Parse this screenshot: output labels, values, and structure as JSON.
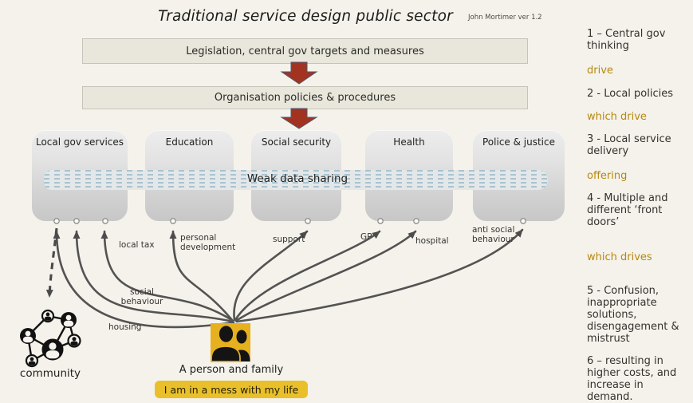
{
  "header": {
    "title": "Traditional service design public sector",
    "credit": "John Mortimer ver 1.2"
  },
  "flow": {
    "legislation": "Legislation, central gov targets and measures",
    "organisation": "Organisation policies & procedures"
  },
  "services": {
    "s1": "Local gov services",
    "s2": "Education",
    "s3": "Social security",
    "s4": "Health",
    "s5": "Police & justice"
  },
  "band": {
    "label": "Weak data sharing"
  },
  "touchpoints": {
    "housing": "housing",
    "social_behaviour": "social behaviour",
    "local_tax": "local tax",
    "personal_development": "personal development",
    "support": "support",
    "gp": "GP",
    "hospital": "hospital",
    "anti_social": "anti social behaviour"
  },
  "person": {
    "caption": "A person and family",
    "speech": "I am in a mess with my life"
  },
  "community": {
    "label": "community"
  },
  "sidebar": {
    "items": [
      {
        "text": "1 – Central gov thinking",
        "tone": "dark"
      },
      {
        "text": "drive",
        "tone": "gold"
      },
      {
        "text": "2 - Local policies",
        "tone": "dark"
      },
      {
        "text": "which drive",
        "tone": "gold"
      },
      {
        "text": "3 - Local service delivery",
        "tone": "dark"
      },
      {
        "text": "offering",
        "tone": "gold"
      },
      {
        "text": "4 - Multiple and different ‘front doors’",
        "tone": "dark"
      },
      {
        "text": "which drives",
        "tone": "gold"
      },
      {
        "text": "5 - Confusion, inappropriate solutions, disengagement & mistrust",
        "tone": "dark"
      },
      {
        "text": "6 – resulting in higher costs, and increase in demand.",
        "tone": "dark"
      }
    ]
  },
  "colors": {
    "background": "#f4f2ea",
    "accent_red": "#a23320",
    "accent_gold_text": "#b7880f",
    "accent_yellow": "#e6b01f",
    "band_dash": "#a9c3cf",
    "arrow_gray": "#535353"
  }
}
